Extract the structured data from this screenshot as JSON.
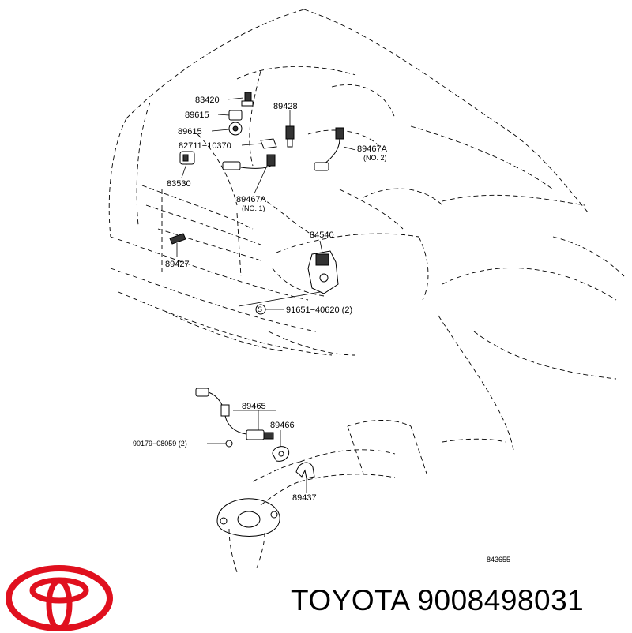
{
  "parts": {
    "p83420": "83420",
    "p89615a": "89615",
    "p89615b": "89615",
    "p82711": "82711−10370",
    "p89428": "89428",
    "p89467A_2": "89467A",
    "p89467A_2_note": "(NO. 2)",
    "p83530": "83530",
    "p89467A_1": "89467A",
    "p89467A_1_note": "(NO. 1)",
    "p84540": "84540",
    "p89427": "89427",
    "p91651": "91651−40620 (2)",
    "p89465": "89465",
    "p89466": "89466",
    "p90179": "90179−08059 (2)",
    "p89437": "89437",
    "diagram_id": "843655"
  },
  "footer": {
    "brand": "TOYOTA",
    "part_number": "9008498031",
    "logo_color": "#e0101e"
  }
}
